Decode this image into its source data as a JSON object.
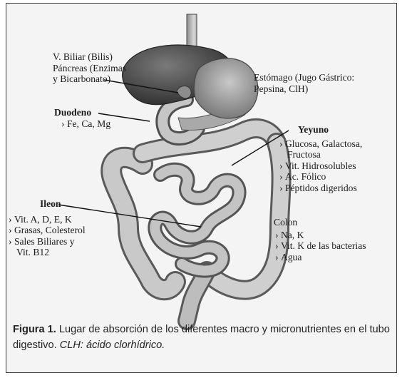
{
  "labels": {
    "biliar": {
      "line1": "V. Biliar (Bilis)",
      "line2": "Páncreas (Enzimas",
      "line3": "y Bicarbonato)"
    },
    "estomago": {
      "line1": "Estómago (Jugo Gástrico:",
      "line2": "Pepsina, ClH)"
    },
    "duodeno": {
      "title": "Duodeno",
      "items": [
        "Fe, Ca, Mg"
      ]
    },
    "yeyuno": {
      "title": "Yeyuno",
      "items": [
        "Glucosa, Galactosa,",
        "Fructosa",
        "Vit. Hidrosolubles",
        "Ac. Fólico",
        "Péptidos digeridos"
      ]
    },
    "ileon": {
      "title": "Ileon",
      "items": [
        "Vit. A, D, E, K",
        "Grasas, Colesterol",
        "Sales Biliares y",
        "Vit. B12"
      ]
    },
    "colon": {
      "title": "Colon",
      "items": [
        "Na, K",
        "Vit. K de las bacterias",
        "Agua"
      ]
    }
  },
  "caption": {
    "label": "Figura 1.",
    "text": "Lugar de absorción de los diferentes macro y micronutrientes en el tubo digestivo.",
    "note": "CLH: ácido clorhídrico."
  }
}
